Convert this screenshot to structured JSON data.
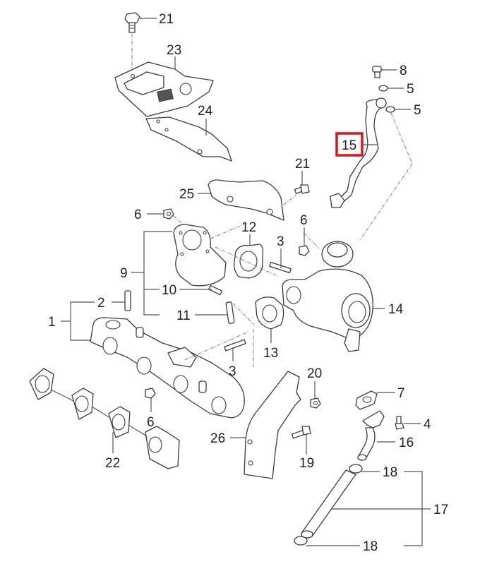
{
  "diagram": {
    "title": "Turbocharger and Exhaust Manifold Assembly",
    "highlight_color": "#d8161c",
    "highlighted_part": "15",
    "callouts": [
      {
        "id": "c1",
        "label": "1",
        "part": "exhaust-manifold"
      },
      {
        "id": "c2",
        "label": "2",
        "part": "manifold-stud"
      },
      {
        "id": "c3a",
        "label": "3",
        "part": "stud"
      },
      {
        "id": "c3b",
        "label": "3",
        "part": "stud"
      },
      {
        "id": "c4",
        "label": "4",
        "part": "bolt"
      },
      {
        "id": "c5a",
        "label": "5",
        "part": "washer"
      },
      {
        "id": "c5b",
        "label": "5",
        "part": "washer"
      },
      {
        "id": "c6a",
        "label": "6",
        "part": "nut"
      },
      {
        "id": "c6b",
        "label": "6",
        "part": "nut"
      },
      {
        "id": "c6c",
        "label": "6",
        "part": "nut"
      },
      {
        "id": "c7",
        "label": "7",
        "part": "oil-return-gasket"
      },
      {
        "id": "c8",
        "label": "8",
        "part": "banjo-bolt"
      },
      {
        "id": "c9",
        "label": "9",
        "part": "elbow-assembly"
      },
      {
        "id": "c10",
        "label": "10",
        "part": "elbow-stud"
      },
      {
        "id": "c11",
        "label": "11",
        "part": "elbow-stud"
      },
      {
        "id": "c12",
        "label": "12",
        "part": "elbow-gasket"
      },
      {
        "id": "c13",
        "label": "13",
        "part": "turbo-gasket"
      },
      {
        "id": "c14",
        "label": "14",
        "part": "turbocharger"
      },
      {
        "id": "c15",
        "label": "15",
        "part": "oil-feed-pipe"
      },
      {
        "id": "c16",
        "label": "16",
        "part": "oil-return-pipe"
      },
      {
        "id": "c17",
        "label": "17",
        "part": "oil-return-hose-assembly"
      },
      {
        "id": "c18a",
        "label": "18",
        "part": "hose-clamp"
      },
      {
        "id": "c18b",
        "label": "18",
        "part": "hose-clamp"
      },
      {
        "id": "c19",
        "label": "19",
        "part": "bracket-bolt"
      },
      {
        "id": "c20",
        "label": "20",
        "part": "bracket-nut"
      },
      {
        "id": "c21a",
        "label": "21",
        "part": "bolt"
      },
      {
        "id": "c21b",
        "label": "21",
        "part": "bolt"
      },
      {
        "id": "c22",
        "label": "22",
        "part": "manifold-gasket"
      },
      {
        "id": "c23",
        "label": "23",
        "part": "heat-protector"
      },
      {
        "id": "c24",
        "label": "24",
        "part": "heat-protector-lower"
      },
      {
        "id": "c25",
        "label": "25",
        "part": "turbo-heat-shield"
      },
      {
        "id": "c26",
        "label": "26",
        "part": "turbo-support-bracket"
      }
    ]
  }
}
